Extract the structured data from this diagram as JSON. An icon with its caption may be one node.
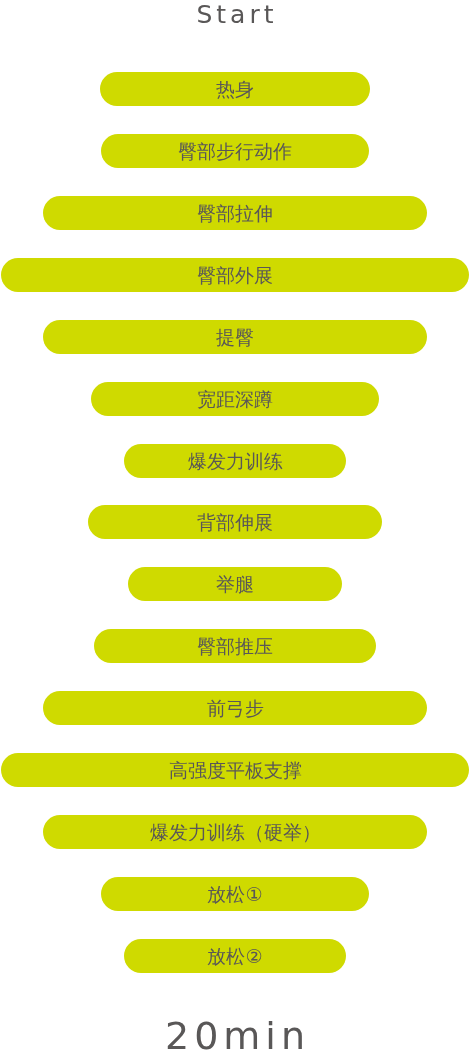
{
  "diagram": {
    "nodes": [
      {
        "text": [
          "热身"
        ]
      },
      {
        "text": [
          "臀部步行动作"
        ]
      },
      {
        "text": [
          "臀部拉伸"
        ]
      },
      {
        "text": [
          "臀部外展"
        ]
      },
      {
        "text": [
          "提臀"
        ]
      },
      {
        "text": [
          "宽距深蹲"
        ]
      },
      {
        "text": [
          "爆发力训练"
        ]
      },
      {
        "text": [
          "背部伸展"
        ]
      },
      {
        "text": [
          "举腿"
        ]
      },
      {
        "text": [
          "臀部推压"
        ]
      },
      {
        "text": [
          "前弓步"
        ]
      },
      {
        "text": [
          "高强度平板支撑"
        ]
      },
      {
        "text": [
          "爆发力训练（硬举）"
        ]
      },
      {
        "text": [
          "放松①"
        ]
      },
      {
        "text": [
          "放松②"
        ]
      }
    ],
    "edges": [],
    "labels": [
      "Start",
      "20min"
    ]
  }
}
